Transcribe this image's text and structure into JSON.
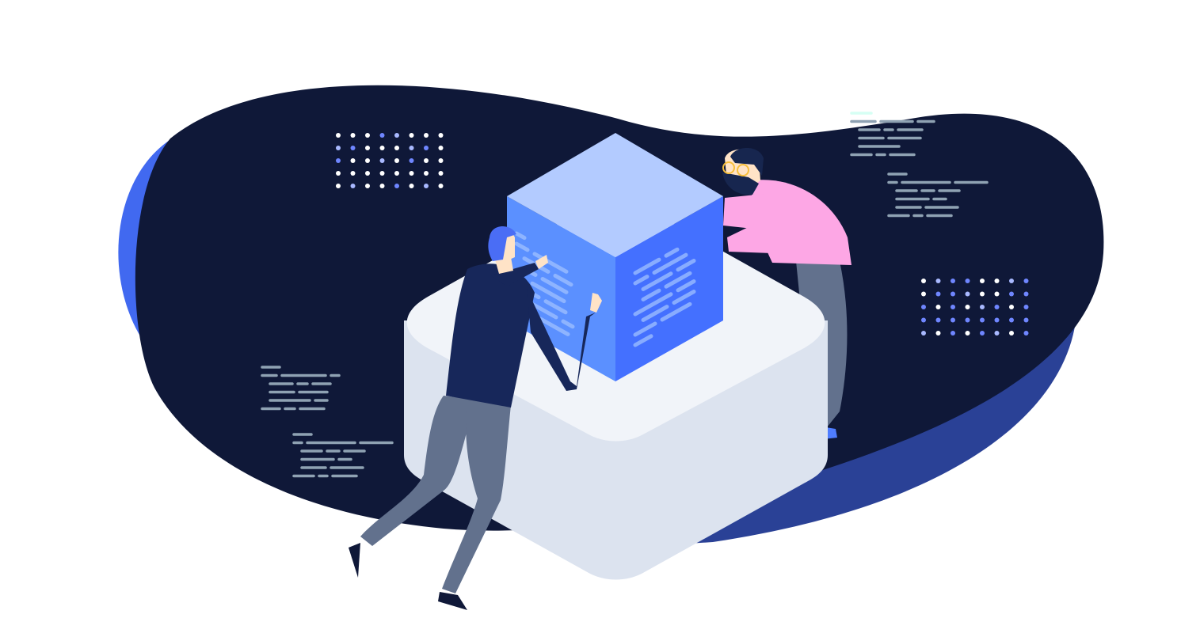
{
  "illustration": {
    "subject": "two-people-examining-code-cube",
    "colors": {
      "background": "#ffffff",
      "blob_dark": "#0f1838",
      "blob_blue": "#4169f0",
      "blob_shadow": "#2a4196",
      "platform_top": "#f1f4f9",
      "platform_side": "#dce3ef",
      "cube_top": "#b3cbff",
      "cube_left": "#5b90ff",
      "cube_right": "#4470ff",
      "code_line": "#9fc0ff",
      "deco_line": "#8fa2b3",
      "deco_line_accent": "#d6fff4",
      "dot_white": "#ffffff",
      "dot_blue": "#6f86ff",
      "dot_light": "#a9b9ff",
      "shirt_dark": "#17275a",
      "hair_blue": "#4a6df5",
      "pants": "#62718d",
      "shoe": "#0f1838",
      "skin": "#ffe3c7",
      "shirt_pink": "#fda7e5",
      "hair_navy": "#17264f",
      "glasses": "#f7be3b",
      "shoe_blue": "#4f7dff"
    },
    "decorations": [
      "dot-grid-top-left",
      "dot-grid-right",
      "code-lines-top-right",
      "code-lines-right",
      "code-lines-left-upper",
      "code-lines-left-lower"
    ]
  }
}
